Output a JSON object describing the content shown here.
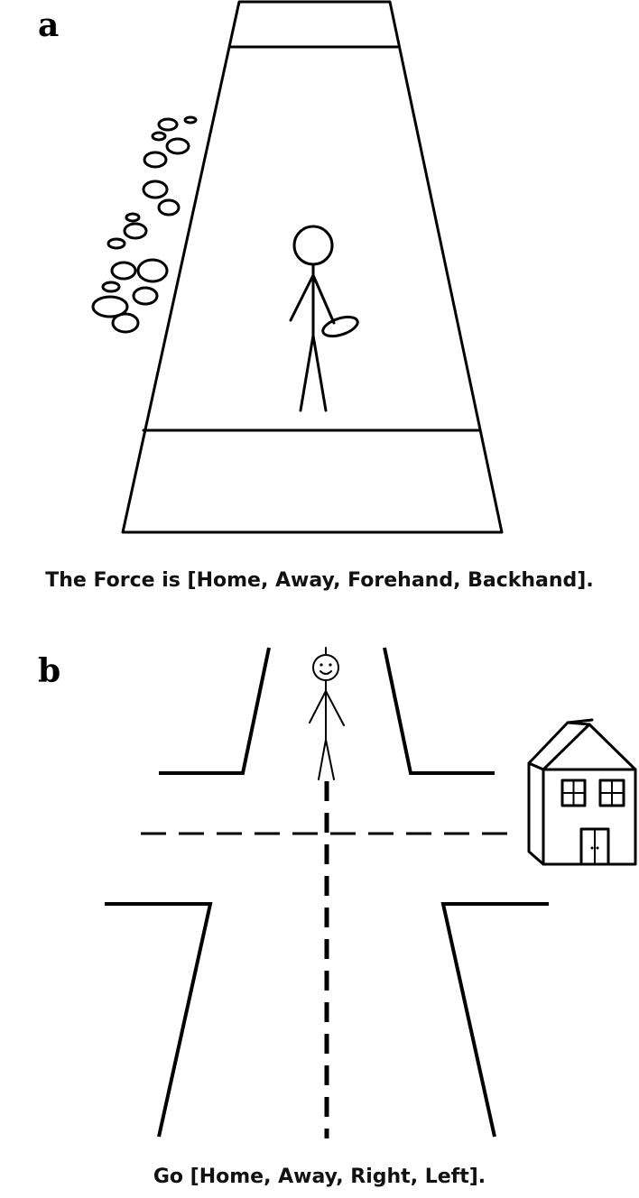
{
  "panels": [
    {
      "label": "a",
      "caption": "The Force is [Home, Away, Forehand, Backhand]."
    },
    {
      "label": "b",
      "caption": "Go [Home, Away, Right, Left]."
    }
  ]
}
